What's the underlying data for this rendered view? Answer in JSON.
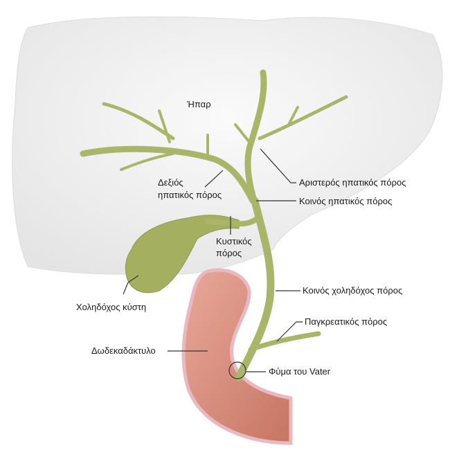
{
  "labels": {
    "liver": "Ήπαρ",
    "right_hepatic_duct_1": "Δεξιός",
    "right_hepatic_duct_2": "ηπατικός πόρος",
    "left_hepatic_duct": "Αριστερός ηπατικός πόρος",
    "common_hepatic_duct": "Κοινός ηπατικός πόρος",
    "cystic_duct_1": "Κυστικός",
    "cystic_duct_2": "πόρος",
    "gallbladder": "Χοληδόχος κύστη",
    "common_bile_duct": "Κοινός χοληδόχος πόρος",
    "pancreatic_duct": "Παγκρεατικός πόρος",
    "duodenum": "Δωδεκαδάκτυλο",
    "ampulla_of_vater": "Φύμα του Vater"
  },
  "colors": {
    "liver": "#f1f1f1",
    "duct": "#a9b66a",
    "duodenum": "#d9927f"
  }
}
